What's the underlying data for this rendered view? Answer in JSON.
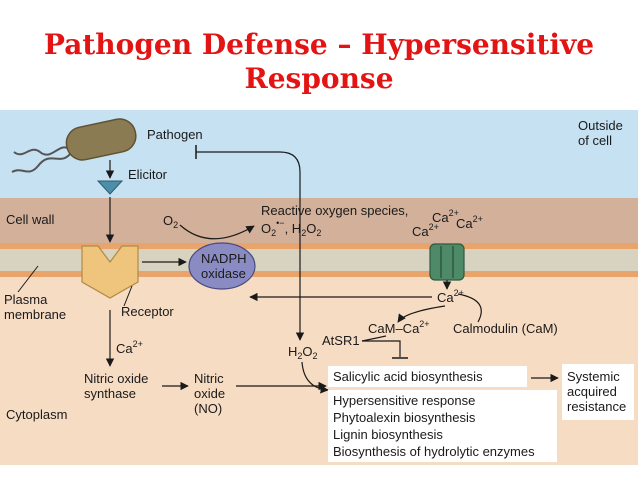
{
  "title": {
    "line1": "Pathogen Defense – Hypersensitive",
    "line2": "Response"
  },
  "colors": {
    "title": "#e31414",
    "outside": "#c6e1f2",
    "cell_wall": "#d2b09a",
    "membrane_band": "#e8a46a",
    "cytoplasm": "#f7dcc4",
    "receptor": "#efc47c",
    "nadph": "#8b8bc4",
    "channel": "#4f8a68",
    "pathogen": "#8b7b52",
    "elicitor": "#4b8fa8"
  },
  "regions": {
    "outside": "Outside of cell",
    "outside_line1": "Outside",
    "outside_line2": "of cell",
    "cell_wall": "Cell wall",
    "plasma_line1": "Plasma",
    "plasma_line2": "membrane",
    "cytoplasm": "Cytoplasm"
  },
  "nodes": {
    "pathogen": "Pathogen",
    "elicitor": "Elicitor",
    "receptor": "Receptor",
    "o2_base": "O",
    "o2_sub": "2",
    "ros_line1": "Reactive oxygen species,",
    "ros_o": "O",
    "ros_o_sub": "2",
    "ros_o_sup": "•−",
    "ros_sep": ", H",
    "ros_h_sub": "2",
    "ros_o2": "O",
    "ros_o2_sub": "2",
    "nadph_line1": "NADPH",
    "nadph_line2": "oxidase",
    "ca_base": "Ca",
    "ca_sup": "2+",
    "cam_ca": "CaM–Ca",
    "cam_ca_sup": "2+",
    "calmodulin": "Calmodulin (CaM)",
    "atsr1": "AtSR1",
    "h2o2_h": "H",
    "h2o2_sub1": "2",
    "h2o2_o": "O",
    "h2o2_sub2": "2",
    "nos_line1": "Nitric oxide",
    "nos_line2": "synthase",
    "no_line1": "Nitric",
    "no_line2": "oxide",
    "no_line3": "(NO)",
    "salicylic": "Salicylic acid biosynthesis",
    "sar_line1": "Systemic",
    "sar_line2": "acquired",
    "sar_line3": "resistance"
  },
  "responses": [
    "Hypersensitive response",
    "Phytoalexin biosynthesis",
    "Lignin biosynthesis",
    "Biosynthesis of hydrolytic enzymes"
  ]
}
